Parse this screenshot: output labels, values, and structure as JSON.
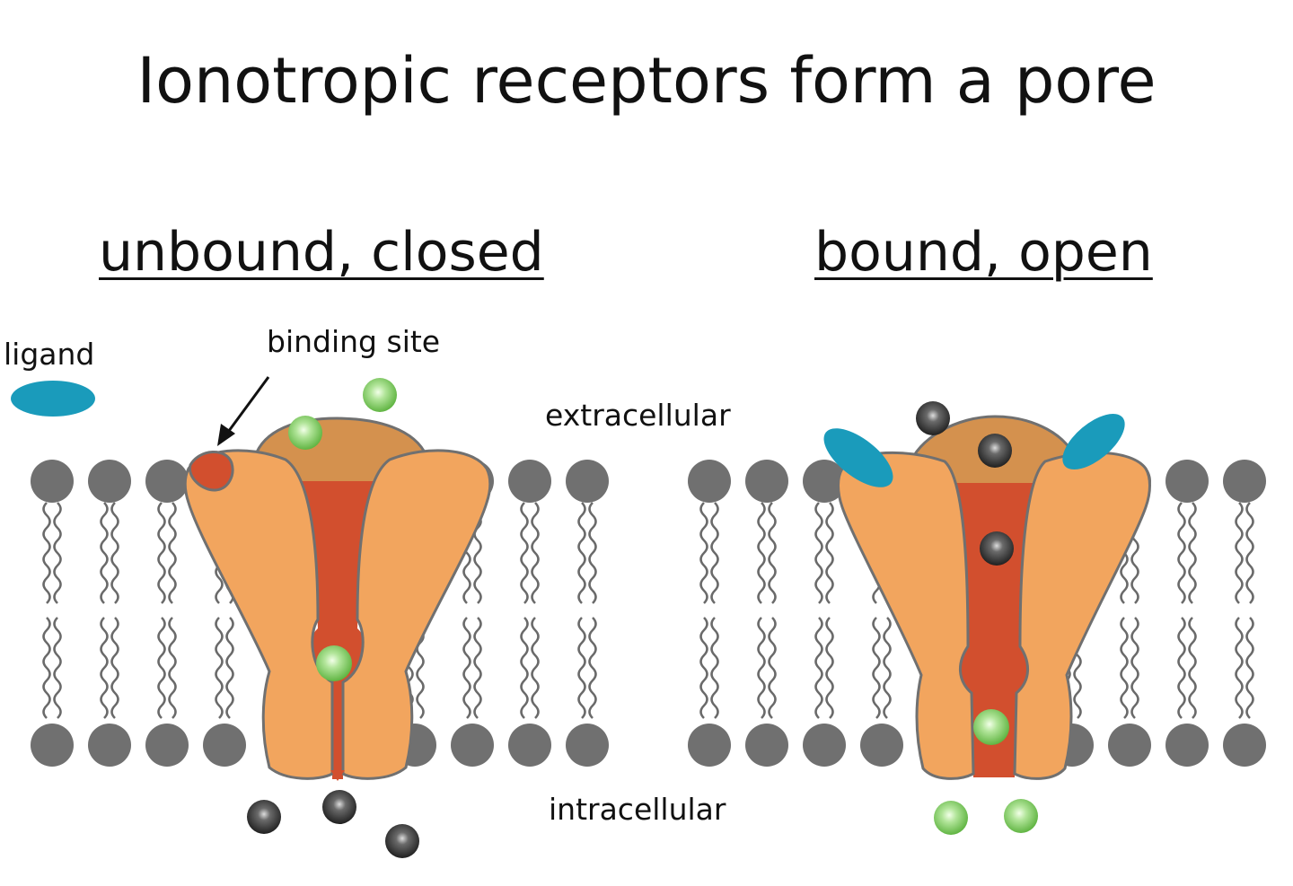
{
  "title": "Ionotropic receptors form a pore",
  "panels": {
    "left": {
      "heading": "unbound, closed"
    },
    "right": {
      "heading": "bound, open"
    }
  },
  "labels": {
    "ligand": "ligand",
    "binding_site": "binding site",
    "extracellular": "extracellular",
    "intracellular": "intracellular"
  },
  "colors": {
    "ligand": "#1a9bbb",
    "receptor_subunit": "#f2a55e",
    "receptor_cap": "#d4914e",
    "pore": "#d24f2e",
    "ion_green": "#8ed36e",
    "ion_black": "#3c3c3c",
    "lipid_head": "#707070",
    "outline": "#707070"
  }
}
